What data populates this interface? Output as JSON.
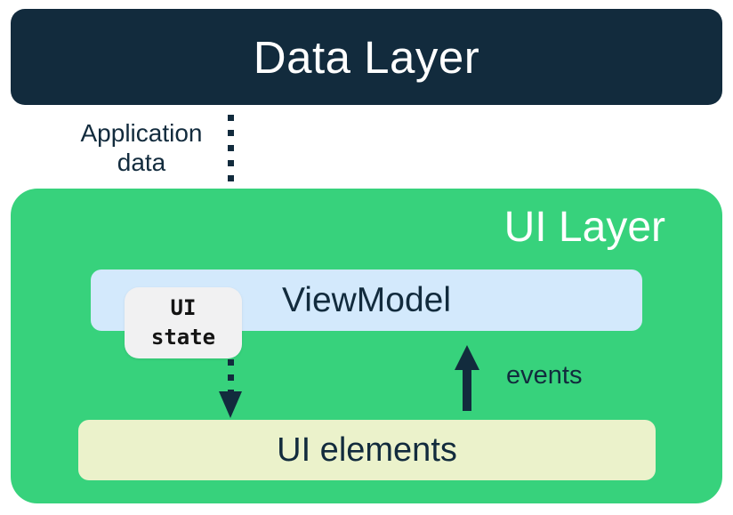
{
  "colors": {
    "navy": "#122B3D",
    "green": "#37D27C",
    "light_blue": "#D3E9FC",
    "cream": "#EBF2CB",
    "badge_gray": "#F1F1F2",
    "white": "#FFFFFF"
  },
  "diagram": {
    "data_layer": {
      "label": "Data Layer"
    },
    "application_data": {
      "line1": "Application",
      "line2": "data"
    },
    "ui_layer": {
      "title": "UI Layer",
      "viewmodel": {
        "label": "ViewModel"
      },
      "ui_state": {
        "line1": "UI",
        "line2": "state"
      },
      "events": {
        "label": "events"
      },
      "ui_elements": {
        "label": "UI elements"
      }
    }
  }
}
